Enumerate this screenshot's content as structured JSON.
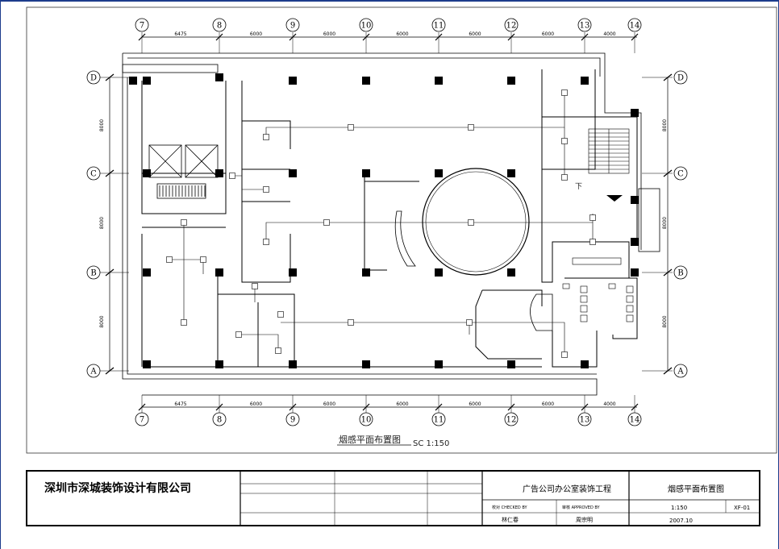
{
  "grid": {
    "cols_top": [
      "7",
      "8",
      "9",
      "10",
      "11",
      "12",
      "13",
      "14"
    ],
    "cols_bottom": [
      "7",
      "8",
      "9",
      "10",
      "11",
      "12",
      "13",
      "14"
    ],
    "rows_left": [
      "D",
      "C",
      "B",
      "A"
    ],
    "rows_right": [
      "D",
      "C",
      "B",
      "A"
    ],
    "spans_top": [
      "6475",
      "6000",
      "6000",
      "6000",
      "6000",
      "6000",
      "4000"
    ],
    "spans_bottom": [
      "6475",
      "6000",
      "6000",
      "6000",
      "6000",
      "6000",
      "4000"
    ],
    "spans_left": [
      "8000",
      "8000",
      "8000"
    ],
    "spans_right": [
      "8000",
      "8000",
      "8000"
    ]
  },
  "drawing": {
    "title": "烟感平面布置图",
    "scale": "SC 1:150",
    "elevator_mark": "下"
  },
  "title_block": {
    "company": "深圳市深城装饰设计有限公司",
    "project": "广告公司办公室装饰工程",
    "sheet_title": "烟感平面布置图",
    "checked_label": "校对 CHECKED BY",
    "approved_label": "审核 APPROVED BY",
    "checker": "林仁春",
    "approver": "周宗明",
    "scale": "1:150",
    "sheet_no": "XF-01",
    "date": "2007.10"
  },
  "colors": {
    "frame": "#1c3c8c",
    "line": "#000000"
  }
}
